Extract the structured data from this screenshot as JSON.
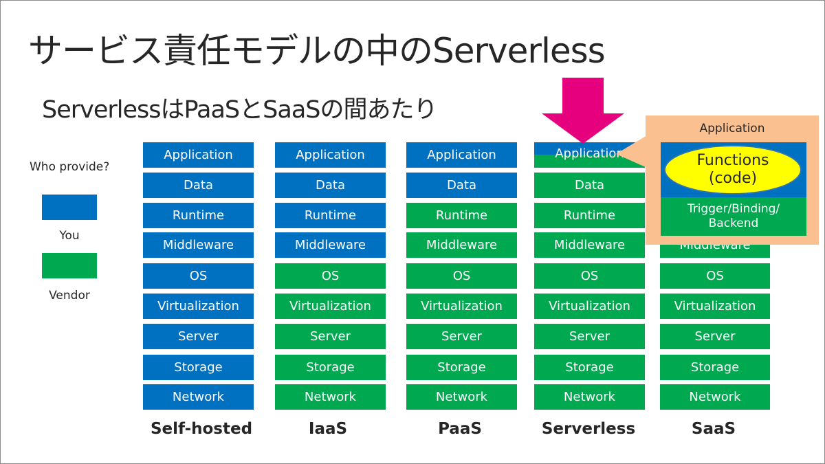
{
  "title": "サービス責任モデルの中のServerless",
  "subtitle": "ServerlessはPaaSとSaaSの間あたり",
  "colors": {
    "you": "#0070c0",
    "vendor": "#00a84f",
    "arrow": "#e6007e",
    "callout": "#fac090",
    "highlight": "#ffff00"
  },
  "legend": {
    "title": "Who provide?",
    "you_label": "You",
    "vendor_label": "Vendor"
  },
  "layers": [
    "Application",
    "Data",
    "Runtime",
    "Middleware",
    "OS",
    "Virtualization",
    "Server",
    "Storage",
    "Network"
  ],
  "columns": [
    {
      "label": "Self-hosted",
      "providers": [
        "you",
        "you",
        "you",
        "you",
        "you",
        "you",
        "you",
        "you",
        "you"
      ]
    },
    {
      "label": "IaaS",
      "providers": [
        "you",
        "you",
        "you",
        "you",
        "vendor",
        "vendor",
        "vendor",
        "vendor",
        "vendor"
      ]
    },
    {
      "label": "PaaS",
      "providers": [
        "you",
        "you",
        "vendor",
        "vendor",
        "vendor",
        "vendor",
        "vendor",
        "vendor",
        "vendor"
      ]
    },
    {
      "label": "Serverless",
      "providers": [
        "partial",
        "vendor",
        "vendor",
        "vendor",
        "vendor",
        "vendor",
        "vendor",
        "vendor",
        "vendor"
      ]
    },
    {
      "label": "SaaS",
      "providers": [
        "vendor",
        "vendor",
        "vendor",
        "vendor",
        "vendor",
        "vendor",
        "vendor",
        "vendor",
        "vendor"
      ]
    }
  ],
  "callout": {
    "title": "Application",
    "functions_line1": "Functions",
    "functions_line2": "(code)",
    "backend_line1": "Trigger/Binding/",
    "backend_line2": "Backend"
  }
}
